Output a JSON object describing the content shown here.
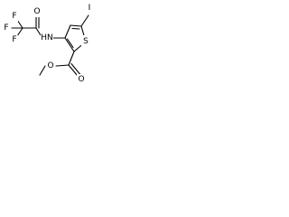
{
  "molecule": {
    "atoms": {
      "iodine": "I",
      "sulfur": "S",
      "nitrogen_h": "HN",
      "amide_oxygen": "O",
      "fluorine_top": "F",
      "fluorine_left": "F",
      "fluorine_bottom": "F",
      "ester_carbonyl_oxygen": "O",
      "ester_ether_oxygen": "O"
    },
    "bond_color": "#000000",
    "background": "#ffffff"
  }
}
